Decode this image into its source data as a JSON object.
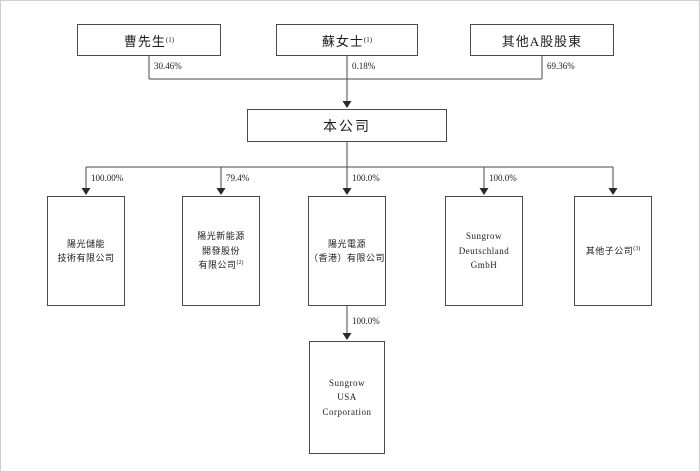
{
  "chart_title": "shareholding-structure",
  "colors": {
    "line": "#4a4a4a",
    "text": "#1c1c1c",
    "background": "#ffffff"
  },
  "shareholders": [
    {
      "label": "曹先生",
      "note": "(1)",
      "percent": "30.46%"
    },
    {
      "label": "蘇女士",
      "note": "(1)",
      "percent": "0.18%"
    },
    {
      "label": "其他A股股東",
      "note": "",
      "percent": "69.36%"
    }
  ],
  "company": {
    "label": "本公司"
  },
  "subsidiaries": [
    {
      "lines": "陽光儲能\n技術有限公司",
      "note": "",
      "percent": "100.00%"
    },
    {
      "lines": "陽光新能源\n開發股份\n有限公司",
      "note": "(2)",
      "percent": "79.4%"
    },
    {
      "lines": "陽光電源\n（香港）有限公司",
      "note": "",
      "percent": "100.0%"
    },
    {
      "lines": "Sungrow\nDeutschland\nGmbH",
      "note": "",
      "percent": "100.0%"
    },
    {
      "lines": "其他子公司",
      "note": "(3)",
      "percent": ""
    }
  ],
  "sub_subsidiary": {
    "lines": "Sungrow\nUSA\nCorporation",
    "percent": "100.0%"
  }
}
